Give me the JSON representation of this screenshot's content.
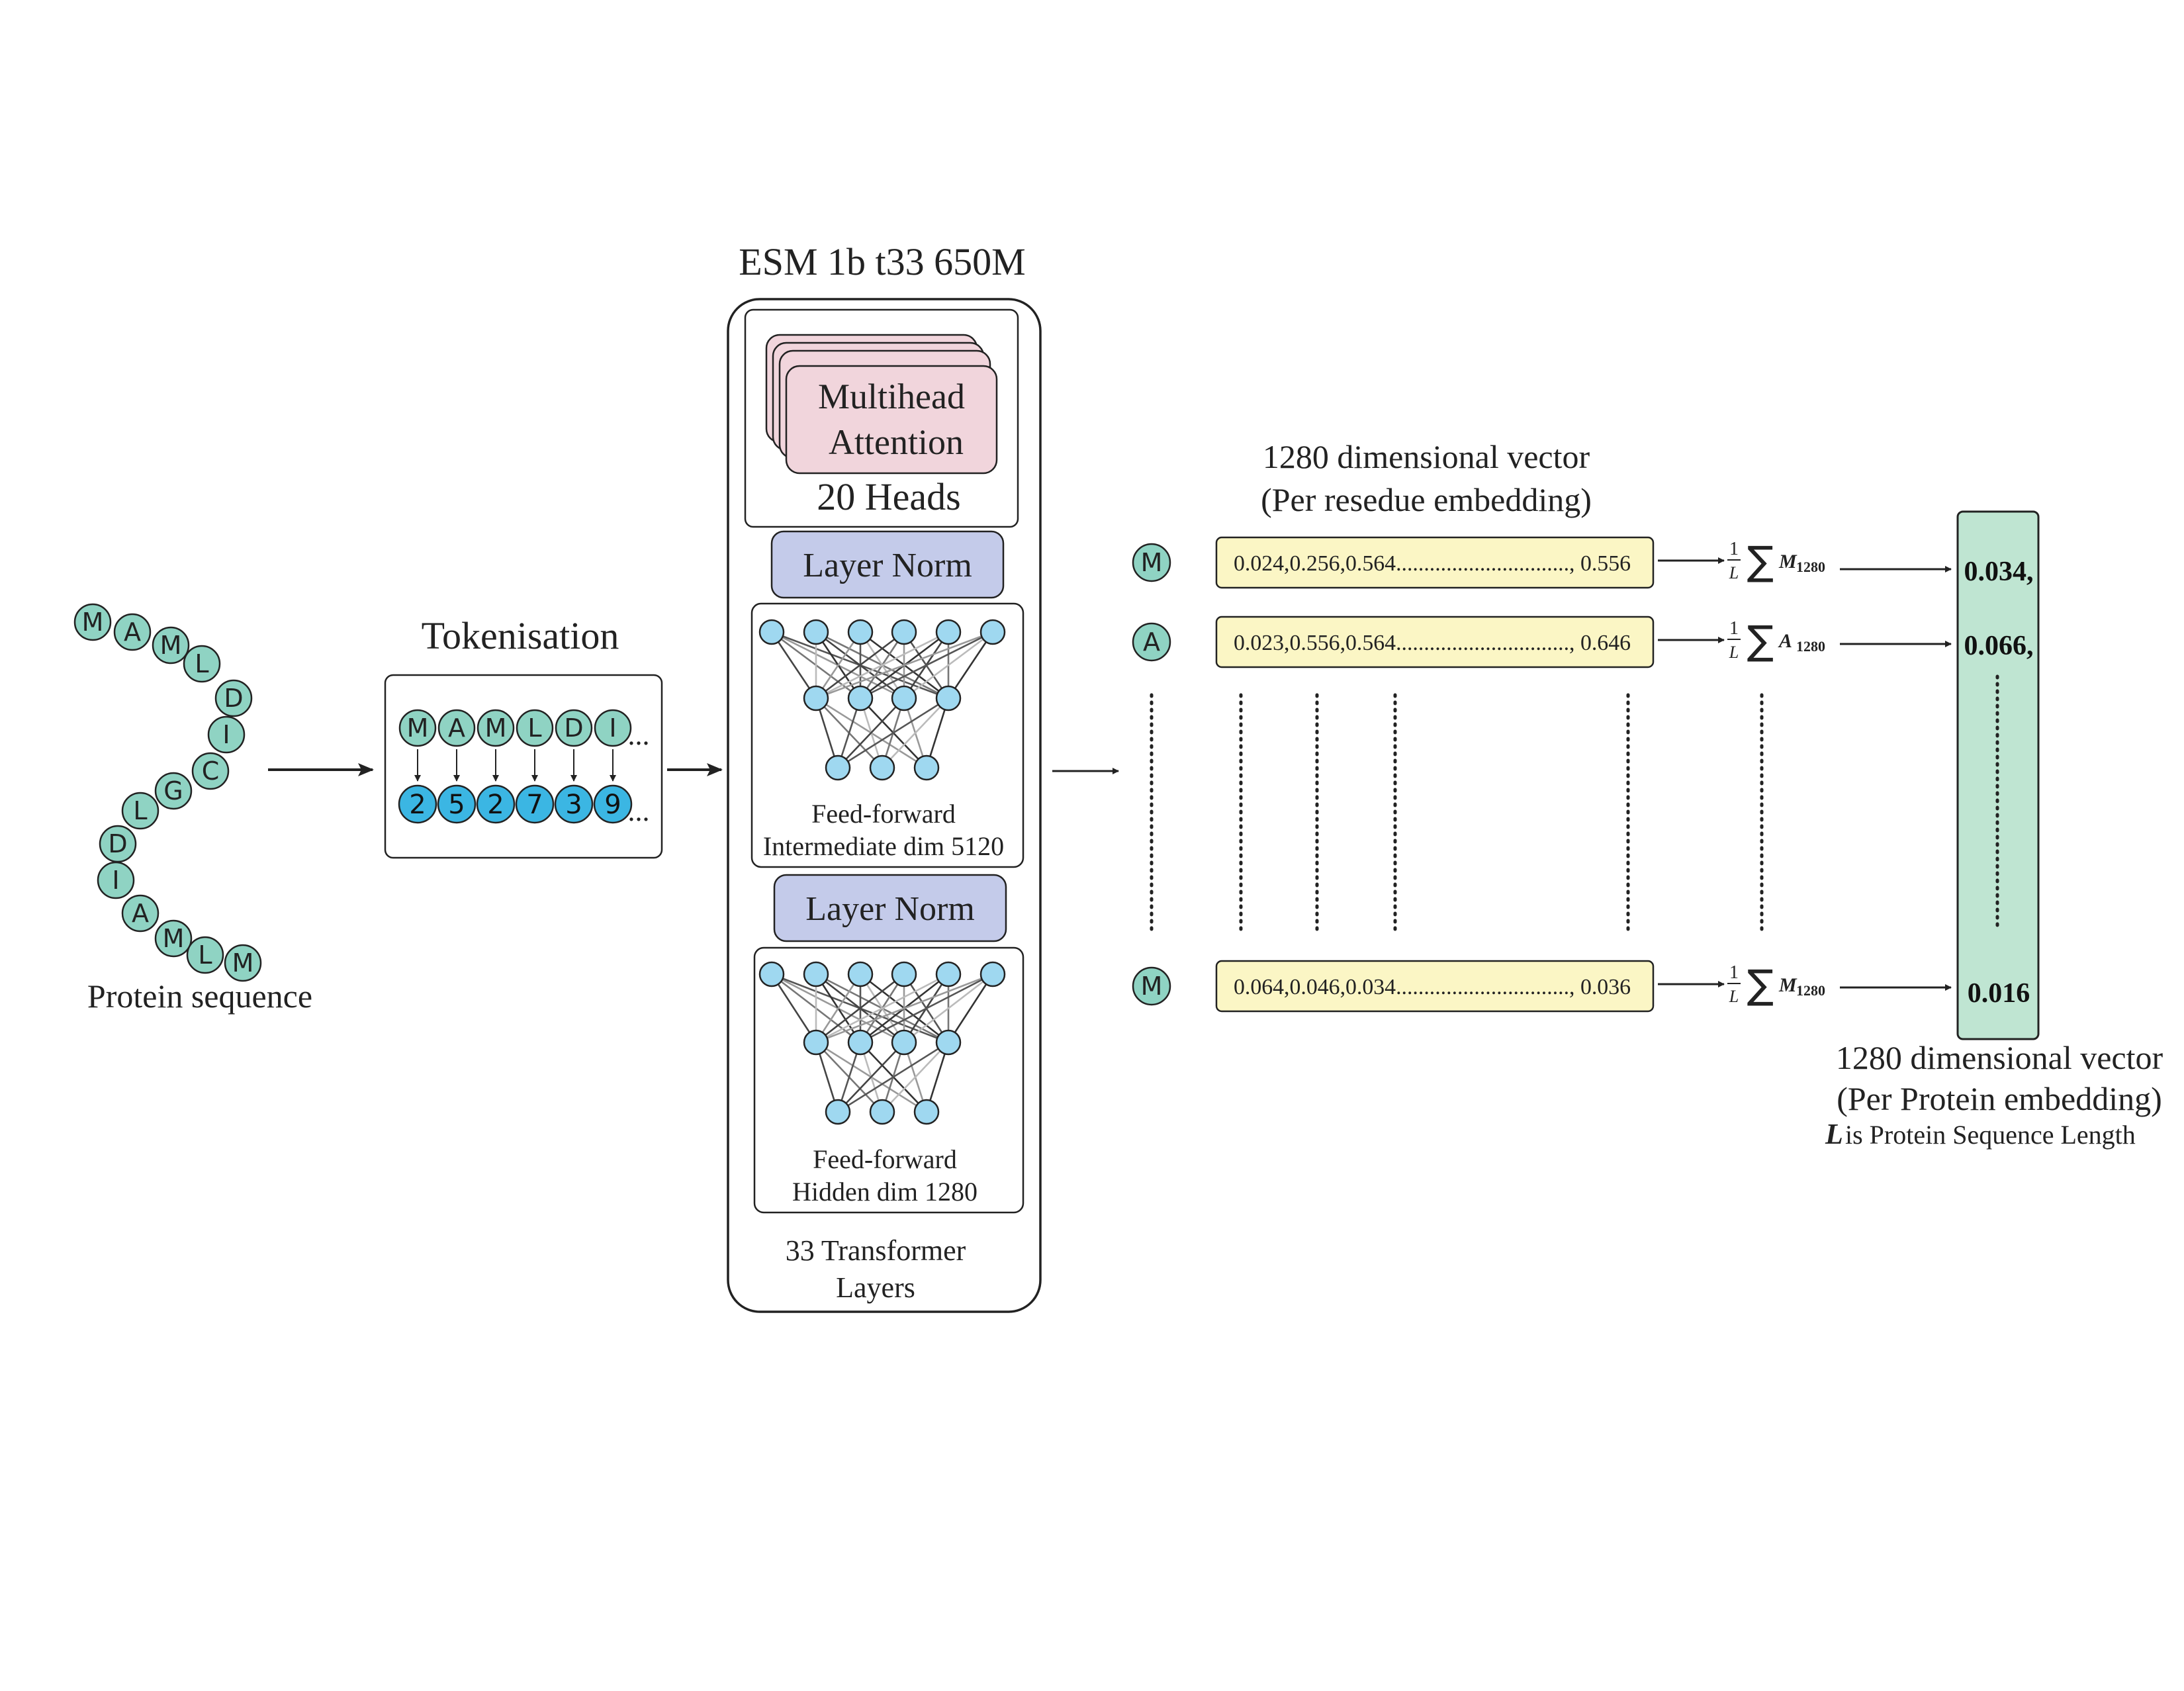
{
  "colors": {
    "residue_fill": "#8fd3c3",
    "token_fill": "#3bb6e3",
    "node_fill": "#9fd8f0",
    "attention_fill": "#f1d5dc",
    "layernorm_fill": "#c4cbea",
    "vector_fill": "#fbf6c5",
    "output_fill": "#bfe5d2",
    "stroke": "#222222"
  },
  "protein": {
    "label": "Protein sequence",
    "residues": [
      "M",
      "A",
      "M",
      "L",
      "D",
      "I",
      "C",
      "G",
      "L",
      "D",
      "I",
      "A",
      "M",
      "L",
      "M"
    ]
  },
  "tokenisation": {
    "title": "Tokenisation",
    "letters": [
      "M",
      "A",
      "M",
      "L",
      "D",
      "I"
    ],
    "tokens": [
      "2",
      "5",
      "2",
      "7",
      "3",
      "9"
    ],
    "ellipsis": "..."
  },
  "model": {
    "title": "ESM 1b t33 650M",
    "attention_label_1": "Multihead",
    "attention_label_2": "Attention",
    "heads_label": "20 Heads",
    "layer_norm_1": "Layer Norm",
    "ff1_label_1": "Feed-forward",
    "ff1_label_2": "Intermediate dim 5120",
    "layer_norm_2": "Layer Norm",
    "ff2_label_1": "Feed-forward",
    "ff2_label_2": "Hidden dim 1280",
    "layers_label_1": "33 Transformer",
    "layers_label_2": "Layers"
  },
  "embedding": {
    "title_1": "1280 dimensional vector",
    "title_2": "(Per resedue embedding)",
    "rows": [
      {
        "residue": "M",
        "vector": "0.024,0.256,0.564..............................., 0.556",
        "frac": "1",
        "den": "L",
        "sum": "∑",
        "var": "M",
        "sub": "1280",
        "result": "0.034,"
      },
      {
        "residue": "A",
        "vector": "0.023,0.556,0.564..............................., 0.646",
        "frac": "1",
        "den": "L",
        "sum": "∑",
        "var": "A",
        "sub": "1280",
        "result": "0.066,"
      },
      {
        "residue": "M",
        "vector": "0.064,0.046,0.034..............................., 0.036",
        "frac": "1",
        "den": "L",
        "sum": "∑",
        "var": "M",
        "sub": "1280",
        "result": "0.016"
      }
    ]
  },
  "output": {
    "title_1": "1280 dimensional vector",
    "title_2": "(Per Protein embedding)",
    "note_var": "L",
    "note_text": " is Protein Sequence Length"
  }
}
